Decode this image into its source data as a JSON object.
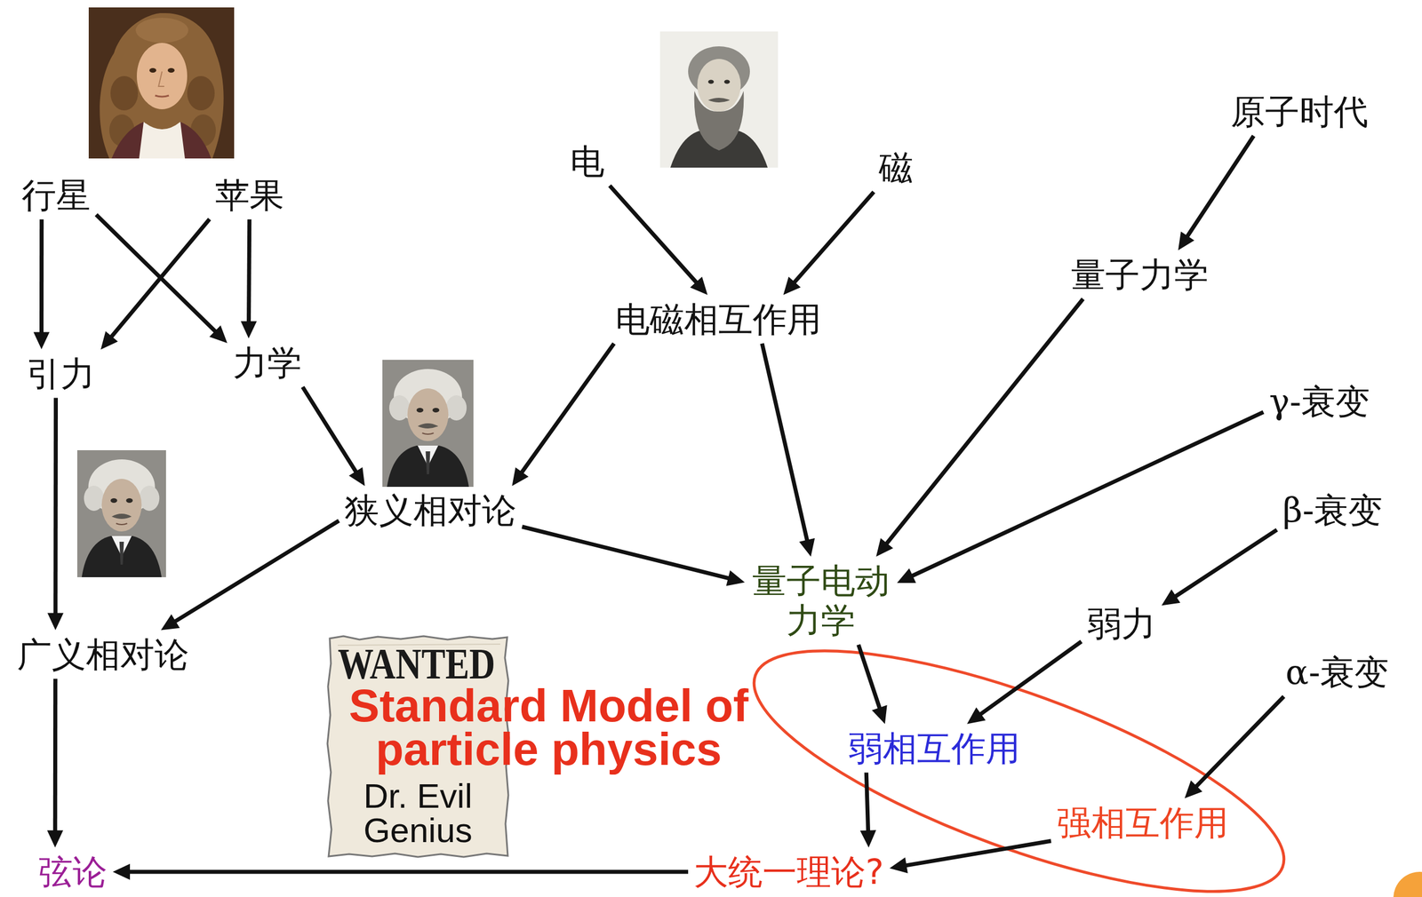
{
  "diagram": {
    "nodes": [
      {
        "text": [
          "行星"
        ]
      },
      {
        "text": [
          "苹果"
        ]
      },
      {
        "text": [
          "引力"
        ]
      },
      {
        "text": [
          "力学"
        ]
      },
      {
        "text": [
          "广义相对论"
        ]
      },
      {
        "text": [
          "狭义相对论"
        ]
      },
      {
        "text": [
          "电"
        ]
      },
      {
        "text": [
          "磁"
        ]
      },
      {
        "text": [
          "电磁相互作用"
        ]
      },
      {
        "text": [
          "原子时代"
        ]
      },
      {
        "text": [
          "量子力学"
        ]
      },
      {
        "text": [
          "γ-衰变"
        ]
      },
      {
        "text": [
          "β-衰变"
        ]
      },
      {
        "text": [
          "α-衰变"
        ]
      },
      {
        "text": [
          "量子电动力学"
        ]
      },
      {
        "text": [
          "弱力"
        ]
      },
      {
        "text": [
          "弱相互作用"
        ]
      },
      {
        "text": [
          "强相互作用"
        ]
      },
      {
        "text": [
          "大统一理论?"
        ]
      },
      {
        "text": [
          "弦论"
        ]
      }
    ],
    "edges": [
      {
        "from": 0,
        "to": 2,
        "arrow": "to"
      },
      {
        "from": 0,
        "to": 3,
        "arrow": "to"
      },
      {
        "from": 1,
        "to": 2,
        "arrow": "to"
      },
      {
        "from": 1,
        "to": 3,
        "arrow": "to"
      },
      {
        "from": 2,
        "to": 4,
        "arrow": "to"
      },
      {
        "from": 3,
        "to": 5,
        "arrow": "to"
      },
      {
        "from": 5,
        "to": 4,
        "arrow": "to"
      },
      {
        "from": 8,
        "to": 5,
        "arrow": "to"
      },
      {
        "from": 6,
        "to": 8,
        "arrow": "to"
      },
      {
        "from": 7,
        "to": 8,
        "arrow": "to"
      },
      {
        "from": 9,
        "to": 10,
        "arrow": "to"
      },
      {
        "from": 8,
        "to": 14,
        "arrow": "to"
      },
      {
        "from": 5,
        "to": 14,
        "arrow": "to"
      },
      {
        "from": 10,
        "to": 14,
        "arrow": "to"
      },
      {
        "from": 11,
        "to": 14,
        "arrow": "to"
      },
      {
        "from": 12,
        "to": 15,
        "arrow": "to"
      },
      {
        "from": 14,
        "to": 16,
        "arrow": "to"
      },
      {
        "from": 15,
        "to": 16,
        "arrow": "to"
      },
      {
        "from": 13,
        "to": 17,
        "arrow": "to"
      },
      {
        "from": 16,
        "to": 18,
        "arrow": "to"
      },
      {
        "from": 17,
        "to": 18,
        "arrow": "to"
      },
      {
        "from": 18,
        "to": 19,
        "arrow": "to"
      },
      {
        "from": 4,
        "to": 19,
        "arrow": "to"
      }
    ],
    "labels": [
      "WANTED",
      "Standard Model of particle physics",
      "Dr. Evil Genius"
    ]
  }
}
